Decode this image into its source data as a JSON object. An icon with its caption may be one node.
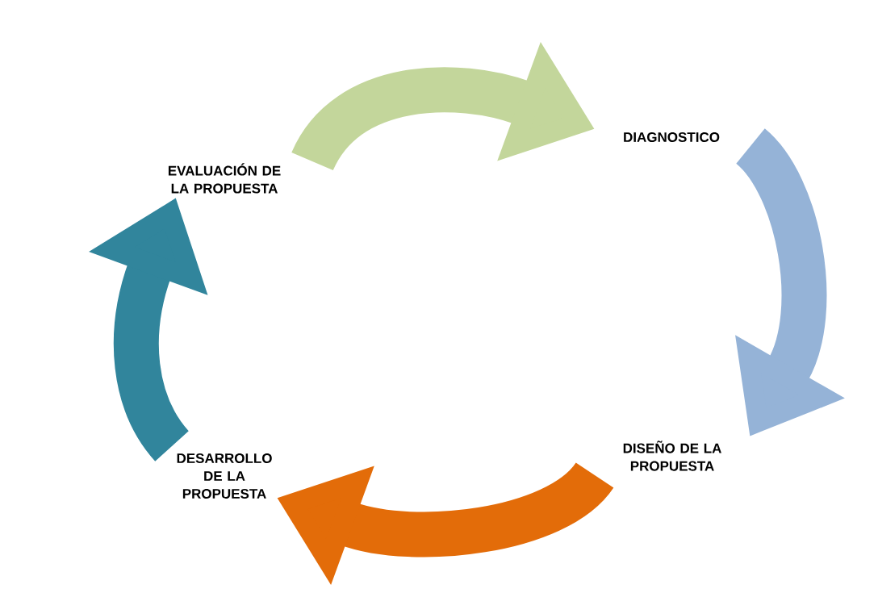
{
  "diagram": {
    "nodes": [
      {
        "text": [
          "EVALUACIÓN DE LA PROPUESTA"
        ]
      },
      {
        "text": [
          "DIAGNOSTICO"
        ]
      },
      {
        "text": [
          "DISEÑO DE LA PROPUESTA"
        ]
      },
      {
        "text": [
          "DESARROLLO DE LA PROPUESTA"
        ]
      }
    ],
    "edges": [
      {
        "from": 0,
        "to": 1,
        "arrow": "to",
        "color": "#c3d69b"
      },
      {
        "from": 1,
        "to": 2,
        "arrow": "to",
        "color": "#95b3d7"
      },
      {
        "from": 2,
        "to": 3,
        "arrow": "to",
        "color": "#e36c09"
      },
      {
        "from": 3,
        "to": 0,
        "arrow": "to",
        "color": "#31859c"
      }
    ]
  }
}
